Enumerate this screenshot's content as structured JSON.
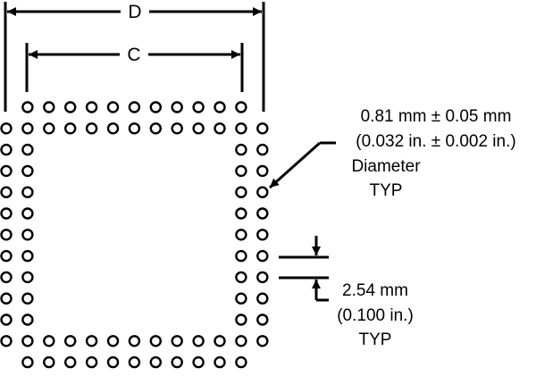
{
  "colors": {
    "ink": "#000000",
    "background": "#ffffff"
  },
  "dimensions": {
    "d_label": "D",
    "c_label": "C"
  },
  "callouts": {
    "diameter": {
      "line1": "0.81 mm ± 0.05 mm",
      "line2": "(0.032 in. ± 0.002 in.)",
      "line3": "Diameter",
      "line4": "TYP"
    },
    "pitch": {
      "line1": "2.54 mm",
      "line2": "(0.100 in.)",
      "line3": "TYP"
    }
  },
  "pin_grid": {
    "columns": 13,
    "rows": 13,
    "edge_depth": 2
  }
}
